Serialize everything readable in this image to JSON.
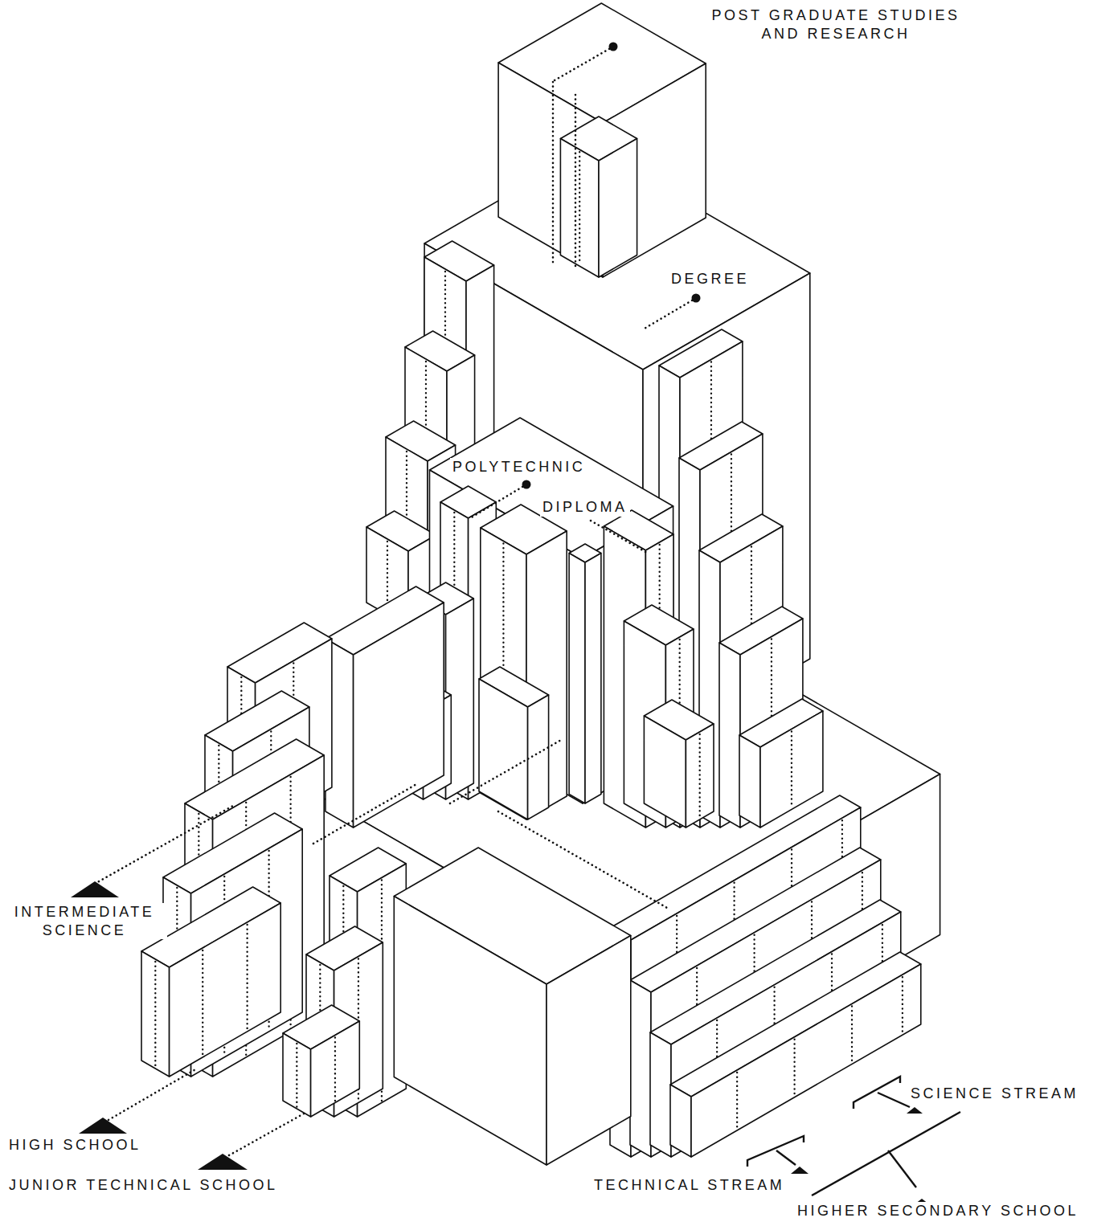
{
  "diagram": {
    "labels": [
      "POST GRADUATE STUDIES AND RESEARCH",
      "DEGREE",
      "POLYTECHNIC",
      "DIPLOMA",
      "INTERMEDIATE SCIENCE",
      "SCIENCE STREAM",
      "HIGH SCHOOL",
      "JUNIOR TECHNICAL SCHOOL",
      "TECHNICAL STREAM",
      "HIGHER SECONDARY SCHOOL"
    ]
  }
}
